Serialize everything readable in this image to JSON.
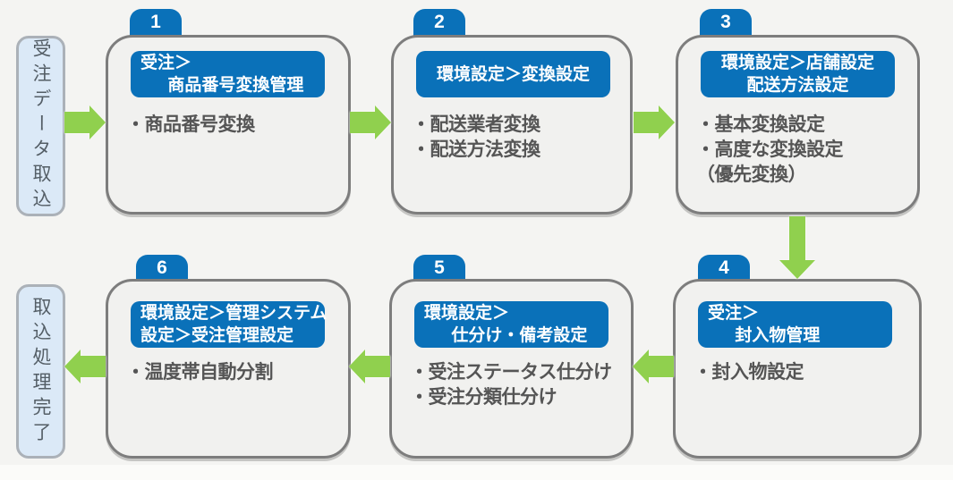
{
  "palette": {
    "accent_blue": "#0a71b9",
    "arrow_green": "#90d04e",
    "card_fill": "#f1f1ef",
    "card_border": "#7d7d7d",
    "side_fill": "#dbe9f7",
    "side_border": "#abb1b8",
    "body_text": "#555555",
    "background": "#f4f4f2"
  },
  "sides": {
    "start": "受注データ取込",
    "end": "取込処理完了"
  },
  "steps": [
    {
      "number": "1",
      "menu_lines": [
        "受注＞",
        "商品番号変換管理"
      ],
      "items": [
        "・商品番号変換"
      ]
    },
    {
      "number": "2",
      "menu_lines": [
        "環境設定＞変換設定"
      ],
      "items": [
        "・配送業者変換",
        "・配送方法変換"
      ]
    },
    {
      "number": "3",
      "menu_lines": [
        "環境設定＞店舗設定",
        "配送方法設定"
      ],
      "items": [
        "・基本変換設定",
        "・高度な変換設定",
        "（優先変換）"
      ]
    },
    {
      "number": "4",
      "menu_lines": [
        "受注＞",
        "封入物管理"
      ],
      "items": [
        "・封入物設定"
      ]
    },
    {
      "number": "5",
      "menu_lines": [
        "環境設定＞",
        "仕分け・備考設定"
      ],
      "items": [
        "・受注ステータス仕分け",
        "・受注分類仕分け"
      ]
    },
    {
      "number": "6",
      "menu_lines": [
        "環境設定＞管理システム",
        "設定＞受注管理設定"
      ],
      "items": [
        "・温度帯自動分割"
      ]
    }
  ]
}
